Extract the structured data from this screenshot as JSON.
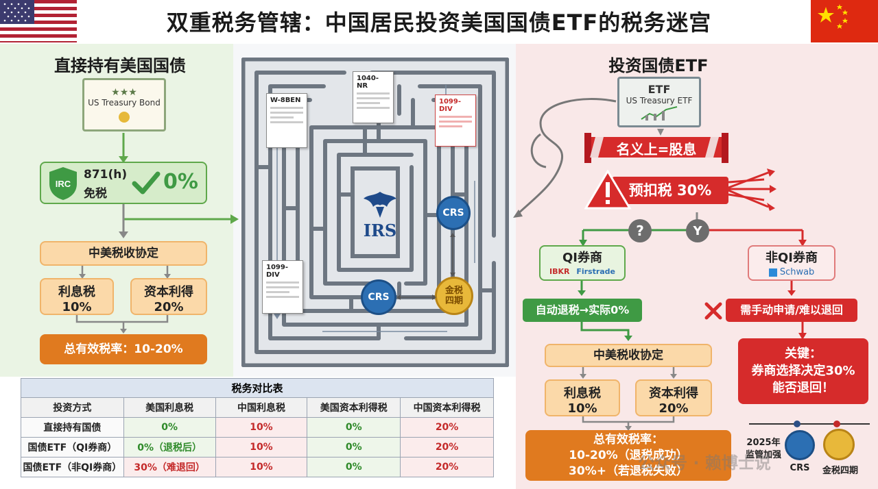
{
  "title": "双重税务管辖：中国居民投资美国国债ETF的税务迷宫",
  "colors": {
    "green": "#5fa84b",
    "orange": "#e07a1f",
    "red": "#d62b2b",
    "blue": "#2c6fb3",
    "gold": "#d9a821"
  },
  "left": {
    "heading": "直接持有美国国债",
    "certificate": "US Treasury Bond",
    "irc_badge": "IRC",
    "exempt_code": "871(h)",
    "exempt_text": "免税",
    "exempt_rate": "0%",
    "treaty": "中美税收协定",
    "interest_label": "利息税",
    "interest_rate": "10%",
    "capital_label": "资本利得",
    "capital_rate": "20%",
    "effective": "总有效税率：10-20%"
  },
  "maze": {
    "docs": [
      "W-8BEN",
      "1040-NR",
      "1099-DIV",
      "1099-DIV"
    ],
    "irs": "IRS",
    "crs": "CRS",
    "golden_tax": "金税\n四期"
  },
  "right": {
    "heading": "投资国债ETF",
    "etf_title": "ETF",
    "etf_sub": "US Treasury ETF",
    "nominal": "名义上=股息",
    "withhold": "预扣税 30%",
    "q_mark": "?",
    "y_mark": "Y",
    "qi_title": "QI券商",
    "qi_brokers": [
      "IBKR",
      "Firstrade"
    ],
    "nonqi_title": "非QI券商",
    "nonqi_broker": "Schwab",
    "auto_refund": "自动退税→实际0%",
    "manual_refund": "需手动申请/难以退回",
    "key_note": "关键：\n券商选择决定30%\n能否退回！",
    "treaty": "中美税收协定",
    "interest_label": "利息税",
    "interest_rate": "10%",
    "capital_label": "资本利得",
    "capital_rate": "20%",
    "eff_title": "总有效税率：",
    "eff_line1": "10-20%（退税成功）",
    "eff_line2": "30%+（若退税失败）",
    "legend_year": "2025年\n监管加强",
    "legend_crs": "CRS",
    "legend_gt": "金税四期",
    "watermark": "公众号 · 赖博士说"
  },
  "table": {
    "title": "税务对比表",
    "headers": [
      "投资方式",
      "美国利息税",
      "中国利息税",
      "美国资本利得税",
      "中国资本利得税"
    ],
    "rows": [
      [
        "直接持有国债",
        "0%",
        "10%",
        "0%",
        "20%"
      ],
      [
        "国债ETF（QI券商）",
        "0%（退税后）",
        "10%",
        "0%",
        "20%"
      ],
      [
        "国债ETF（非QI券商）",
        "30%（难退回）",
        "10%",
        "0%",
        "20%"
      ]
    ]
  }
}
